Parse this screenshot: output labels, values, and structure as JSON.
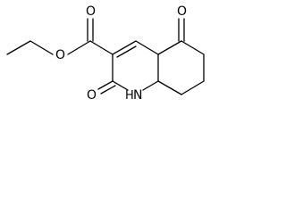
{
  "molecule": {
    "atoms": {
      "O1": "O",
      "O2": "O",
      "O3": "O",
      "O4": "O",
      "N1": "N",
      "H1": "H"
    },
    "colors": {
      "bond": "#000000",
      "background": "#ffffff"
    }
  }
}
